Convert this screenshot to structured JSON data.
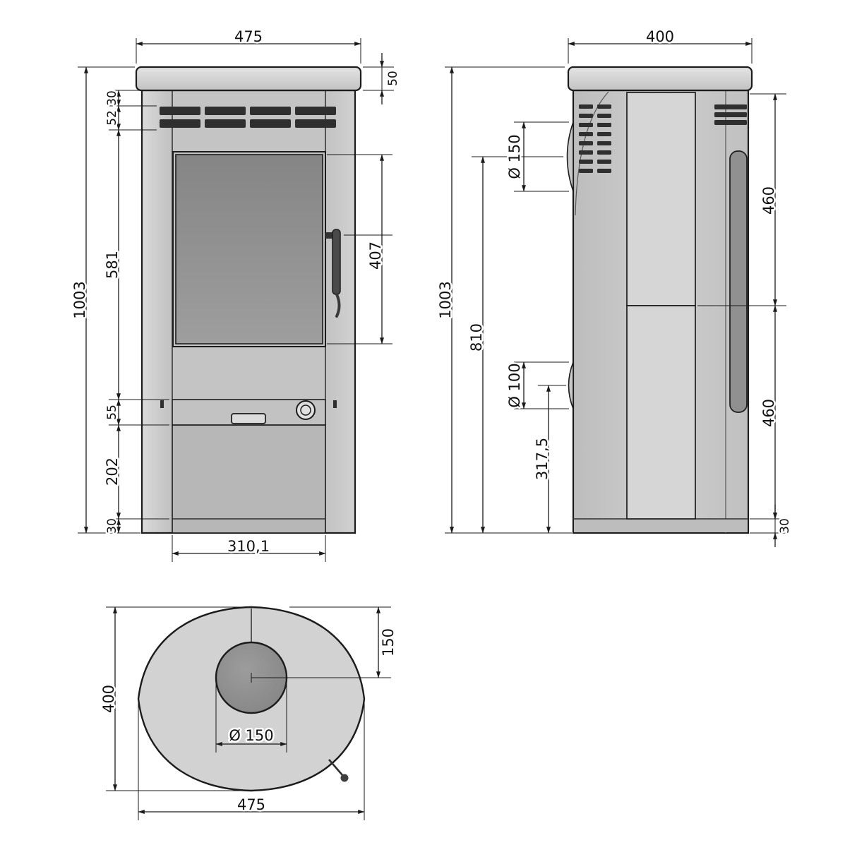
{
  "colors": {
    "outline": "#1c1c1c",
    "vent": "#2f2f2f",
    "panel": "#d6d6d6",
    "base": "#b7b7b7",
    "glass": "#8f8f8f",
    "dim_line": "#1a1a1a"
  },
  "front": {
    "width": "475",
    "plate_height": "50",
    "gap_below_plate": "30",
    "vent_height": "52",
    "door_section_height": "581",
    "overall_height": "1003",
    "glass_height": "407",
    "panel_height": "55",
    "base_height": "202",
    "plinth_height": "30",
    "door_width": "310,1"
  },
  "side": {
    "depth": "400",
    "overall_height": "1003",
    "flue_outlet_height": "810",
    "flue_outlet_diameter": "Ø 150",
    "air_inlet_diameter": "Ø 100",
    "air_inlet_height": "317,5",
    "upper_panel_height": "460",
    "lower_panel_height": "460",
    "plinth_height": "30"
  },
  "top": {
    "depth": "400",
    "flue_center_offset": "150",
    "flue_diameter": "Ø 150",
    "width": "475"
  }
}
